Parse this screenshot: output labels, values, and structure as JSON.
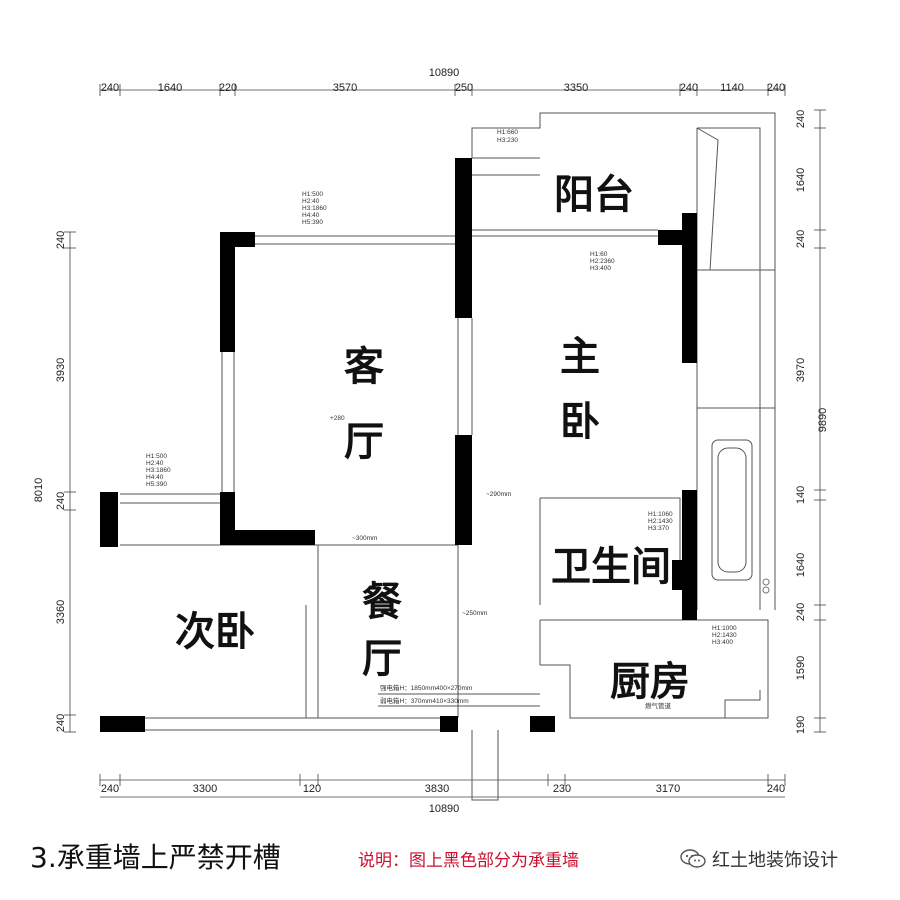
{
  "dims": {
    "top_total": "10890",
    "top": [
      "240",
      "1640",
      "220",
      "3570",
      "250",
      "3350",
      "240",
      "1140",
      "240"
    ],
    "bottom_total": "10890",
    "bottom": [
      "240",
      "3300",
      "120",
      "3830",
      "230",
      "3170",
      "240"
    ],
    "left_total": "8010",
    "left": [
      "240",
      "3930",
      "240",
      "3360",
      "240"
    ],
    "right_total": "9890",
    "right": [
      "240",
      "1640",
      "240",
      "3970",
      "140",
      "1640",
      "240",
      "1590",
      "190"
    ]
  },
  "rooms": {
    "balcony": "阳台",
    "living": [
      "客",
      "厅"
    ],
    "master": [
      "主",
      "卧"
    ],
    "bathroom": "卫生间",
    "second": "次卧",
    "dining": [
      "餐",
      "厅"
    ],
    "kitchen": "厨房"
  },
  "notes": {
    "balcony_window": [
      "H1:660",
      "H3:230"
    ],
    "living_window": [
      "H1:500",
      "H2:40",
      "H3:1860",
      "H4:40",
      "H5:390"
    ],
    "second_window": [
      "H1:500",
      "H2:40",
      "H3:1860",
      "H4:40",
      "H5:390"
    ],
    "master_window": [
      "H1:60",
      "H2:2360",
      "H3:400"
    ],
    "bath_window": [
      "H1:1060",
      "H2:1430",
      "H3:370"
    ],
    "kitchen_window": [
      "H1:1000",
      "H2:1430",
      "H3:400"
    ],
    "living_mark": "+280",
    "passage_300": "~300mm",
    "passage_290": "~290mm",
    "passage_250": "~250mm",
    "meter_1": "强电箱H：1850mm400×270mm",
    "meter_2": "弱电箱H：370mm410×330mm",
    "gas_pipe": "燃气管道"
  },
  "caption": {
    "title": "3.承重墙上严禁开槽",
    "note": "说明：图上黑色部分为承重墙",
    "brand": "红土地装饰设计"
  }
}
